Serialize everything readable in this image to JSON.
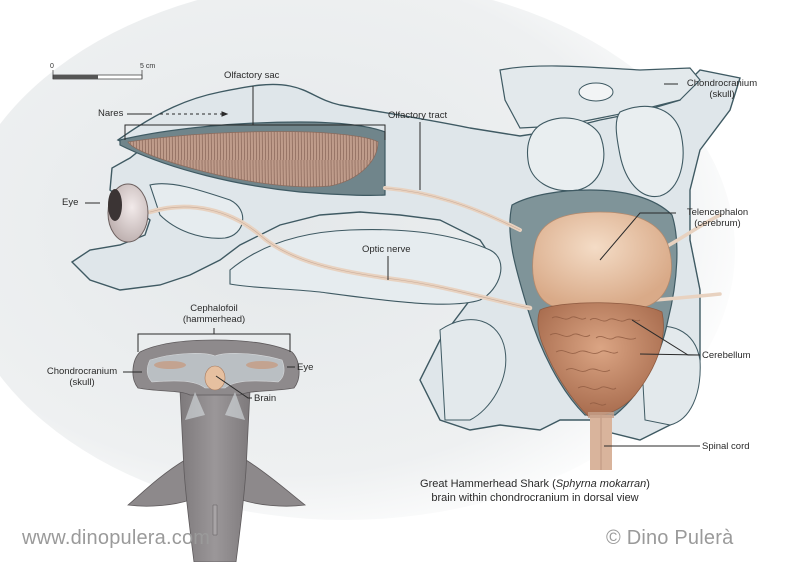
{
  "figure": {
    "title_part1": "Great Hammerhead Shark (",
    "title_species": "Sphyrna mokarran",
    "title_part2": ")",
    "subtitle": "brain within chondrocranium in dorsal view"
  },
  "scale_bar": {
    "start_label": "0",
    "end_label": "5 cm"
  },
  "main_labels": {
    "olfactory_sac": "Olfactory sac",
    "nares": "Nares",
    "olfactory_tract": "Olfactory tract",
    "eye": "Eye",
    "optic_nerve": "Optic nerve",
    "chondrocranium_line1": "Chondrocranium",
    "chondrocranium_line2": "(skull)",
    "telencephalon_line1": "Telencephalon",
    "telencephalon_line2": "(cerebrum)",
    "cerebellum": "Cerebellum",
    "spinal_cord": "Spinal cord"
  },
  "inset_labels": {
    "cephalofoil_line1": "Cephalofoil",
    "cephalofoil_line2": "(hammerhead)",
    "chondrocranium_line1": "Chondrocranium",
    "chondrocranium_line2": "(skull)",
    "eye": "Eye",
    "brain": "Brain"
  },
  "footer": {
    "website": "www.dinopulera.com",
    "copyright": "© Dino Pulerà"
  },
  "colors": {
    "background_texture": "#e9ecee",
    "cartilage": "#dfe6ea",
    "cartilage_outline": "#3f5a63",
    "cavity_shadow": "#7f9499",
    "brain_tissue": "#e6bf9f",
    "cerebellum_tissue": "#c98f6d",
    "olfactory_tissue": "#b99484",
    "nerve": "#e8d2c0",
    "shark_skin": "#8e8a8c",
    "footer_text": "#9a9a9a"
  }
}
